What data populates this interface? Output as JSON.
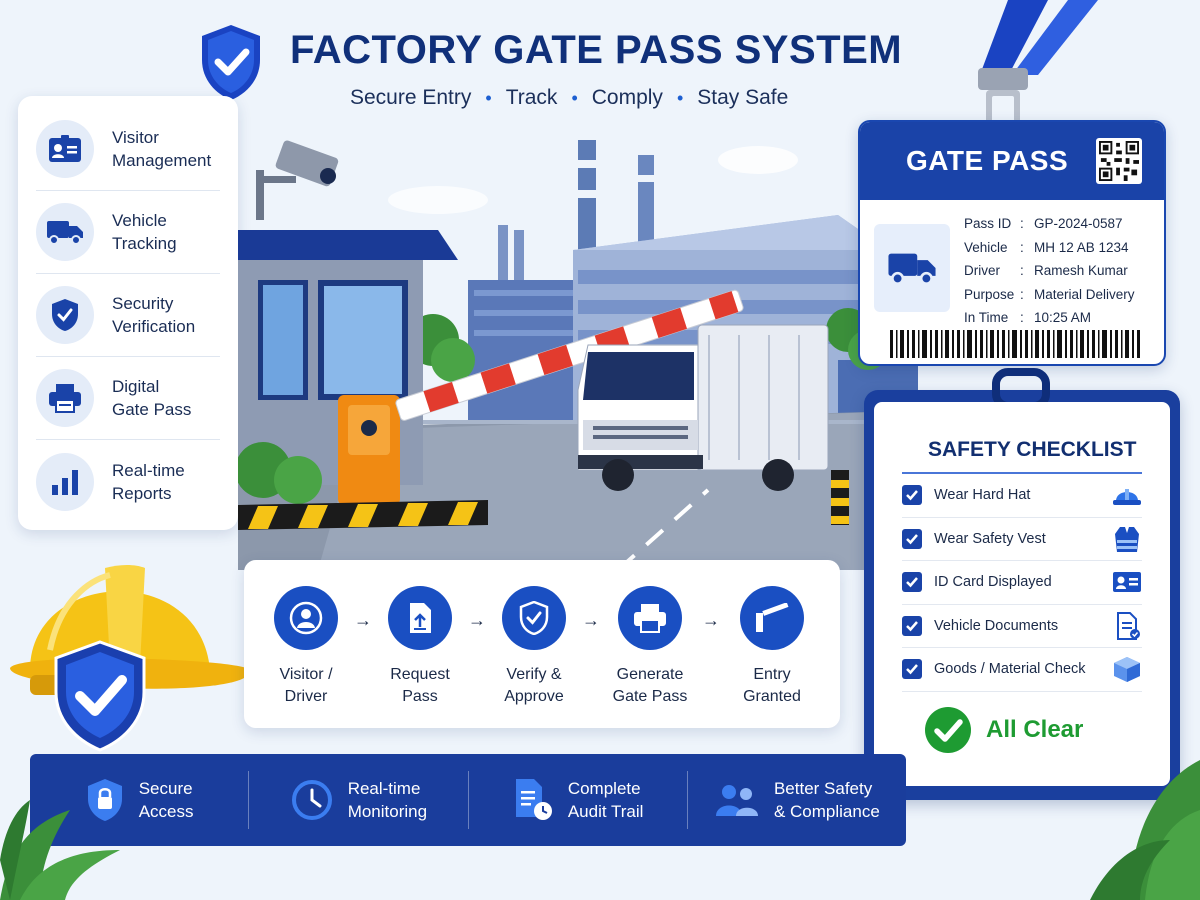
{
  "header": {
    "title": "FACTORY GATE PASS SYSTEM",
    "tagline": [
      "Secure Entry",
      "Track",
      "Comply",
      "Stay Safe"
    ]
  },
  "features": [
    {
      "line1": "Visitor",
      "line2": "Management",
      "icon": "id-card-icon"
    },
    {
      "line1": "Vehicle",
      "line2": "Tracking",
      "icon": "truck-icon"
    },
    {
      "line1": "Security",
      "line2": "Verification",
      "icon": "shield-check-icon"
    },
    {
      "line1": "Digital",
      "line2": "Gate Pass",
      "icon": "printer-icon"
    },
    {
      "line1": "Real-time",
      "line2": "Reports",
      "icon": "bar-chart-icon"
    }
  ],
  "gate_pass": {
    "title": "GATE PASS",
    "fields": [
      {
        "label": "Pass ID",
        "value": "GP-2024-0587"
      },
      {
        "label": "Vehicle",
        "value": "MH 12 AB 1234"
      },
      {
        "label": "Driver",
        "value": "Ramesh Kumar"
      },
      {
        "label": "Purpose",
        "value": "Material Delivery"
      },
      {
        "label": "In Time",
        "value": "10:25 AM"
      }
    ]
  },
  "checklist": {
    "title": "SAFETY CHECKLIST",
    "items": [
      {
        "label": "Wear Hard Hat",
        "icon": "hard-hat-icon"
      },
      {
        "label": "Wear Safety Vest",
        "icon": "safety-vest-icon"
      },
      {
        "label": "ID Card Displayed",
        "icon": "id-card-icon"
      },
      {
        "label": "Vehicle Documents",
        "icon": "document-icon"
      },
      {
        "label": "Goods / Material Check",
        "icon": "box-icon"
      }
    ],
    "status": "All Clear"
  },
  "flow": [
    {
      "line1": "Visitor /",
      "line2": "Driver",
      "icon": "user-icon"
    },
    {
      "line1": "Request",
      "line2": "Pass",
      "icon": "document-upload-icon"
    },
    {
      "line1": "Verify &",
      "line2": "Approve",
      "icon": "shield-check-icon"
    },
    {
      "line1": "Generate",
      "line2": "Gate Pass",
      "icon": "printer-icon"
    },
    {
      "line1": "Entry",
      "line2": "Granted",
      "icon": "barrier-gate-icon"
    }
  ],
  "flow_arrow": "→",
  "banner": [
    {
      "line1": "Secure",
      "line2": "Access",
      "icon": "lock-shield-icon"
    },
    {
      "line1": "Real-time",
      "line2": "Monitoring",
      "icon": "clock-icon"
    },
    {
      "line1": "Complete",
      "line2": "Audit Trail",
      "icon": "document-clock-icon"
    },
    {
      "line1": "Better Safety",
      "line2": "& Compliance",
      "icon": "people-icon"
    }
  ],
  "colors": {
    "primary": "#1a43a8",
    "dark_navy": "#10307a",
    "success": "#1e9b32",
    "helmet_yellow": "#f5c316",
    "barrier_red": "#e23b2e",
    "bollard_orange": "#f08a12"
  }
}
